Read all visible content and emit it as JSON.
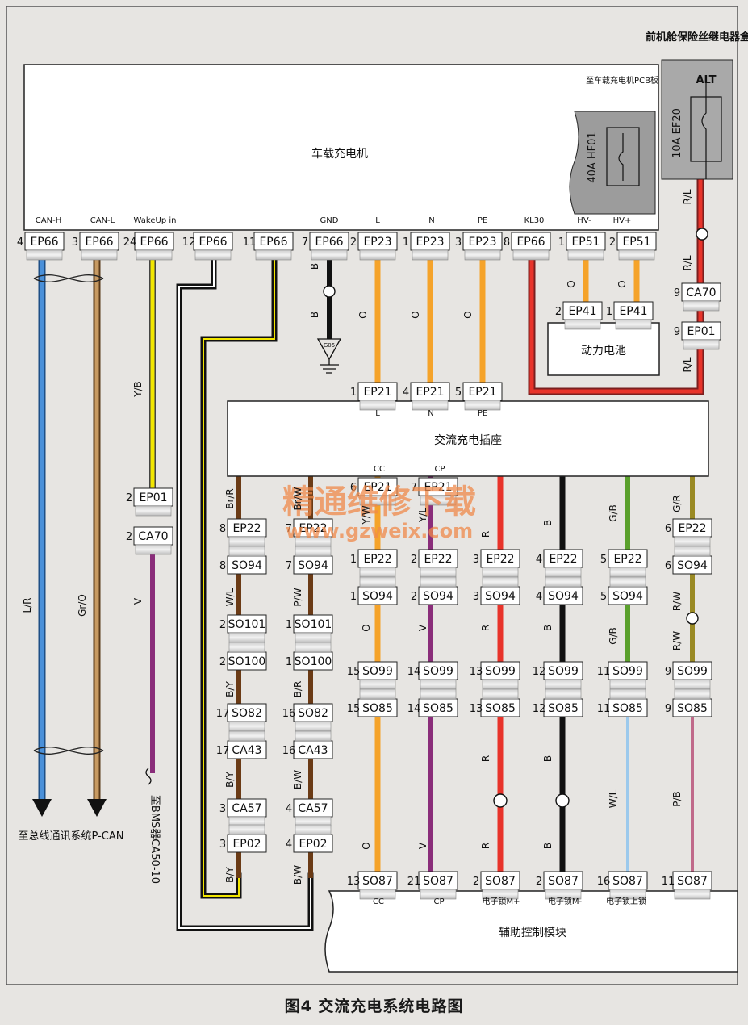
{
  "caption": "图4  交流充电系统电路图",
  "watermark": {
    "text": "精通维修下载",
    "url": "www.gzweix.com"
  },
  "modules": {
    "charger": "车载充电机",
    "pcb_note": "至车载充电机PCB板",
    "fuse_box": "前机舱保险丝继电器盒",
    "alt": "ALT",
    "fuse_ef20": "10A EF20",
    "fuse_hf01": "40A HF01",
    "battery": "动力电池",
    "ac_socket": "交流充电插座",
    "aux_module": "辅助控制模块",
    "to_bus": "至总线通讯系统P-CAN",
    "to_bms": "至BMS器CA50-10",
    "ground": "G05"
  },
  "pins": {
    "can_h": "CAN-H",
    "can_l": "CAN-L",
    "wakeup": "WakeUp in",
    "gnd": "GND",
    "l": "L",
    "n": "N",
    "pe": "PE",
    "kl30": "KL30",
    "hv_minus": "HV-",
    "hv_plus": "HV+",
    "cc": "CC",
    "cp": "CP",
    "lock_m_plus": "电子锁M+",
    "lock_m_minus": "电子锁M-",
    "lock_up": "电子锁上锁"
  },
  "connectors": {
    "c1": {
      "pin": "4",
      "label": "EP66"
    },
    "c2": {
      "pin": "3",
      "label": "EP66"
    },
    "c3": {
      "pin": "24",
      "label": "EP66"
    },
    "c4": {
      "pin": "12",
      "label": "EP66"
    },
    "c5": {
      "pin": "11",
      "label": "EP66"
    },
    "c6": {
      "pin": "7",
      "label": "EP66"
    },
    "c7": {
      "pin": "2",
      "label": "EP23"
    },
    "c8": {
      "pin": "1",
      "label": "EP23"
    },
    "c9": {
      "pin": "3",
      "label": "EP23"
    },
    "c10": {
      "pin": "8",
      "label": "EP66"
    },
    "c11": {
      "pin": "1",
      "label": "EP51"
    },
    "c12": {
      "pin": "2",
      "label": "EP51"
    },
    "c13": {
      "pin": "2",
      "label": "EP41"
    },
    "c14": {
      "pin": "1",
      "label": "EP41"
    },
    "c15": {
      "pin": "9",
      "label": "CA70"
    },
    "c16": {
      "pin": "9",
      "label": "EP01"
    },
    "c17": {
      "pin": "1",
      "label": "EP21"
    },
    "c18": {
      "pin": "4",
      "label": "EP21"
    },
    "c19": {
      "pin": "5",
      "label": "EP21"
    },
    "c20": {
      "pin": "6",
      "label": "EP21"
    },
    "c21": {
      "pin": "7",
      "label": "EP21"
    },
    "c22": {
      "pin": "2",
      "label": "EP01"
    },
    "c23": {
      "pin": "2",
      "label": "CA70"
    },
    "c24": {
      "pin": "8",
      "label": "EP22"
    },
    "c25": {
      "pin": "7",
      "label": "EP22"
    },
    "c26": {
      "pin": "1",
      "label": "EP22"
    },
    "c27": {
      "pin": "2",
      "label": "EP22"
    },
    "c28": {
      "pin": "3",
      "label": "EP22"
    },
    "c29": {
      "pin": "4",
      "label": "EP22"
    },
    "c30": {
      "pin": "5",
      "label": "EP22"
    },
    "c31": {
      "pin": "6",
      "label": "EP22"
    },
    "c32": {
      "pin": "8",
      "label": "SO94"
    },
    "c33": {
      "pin": "7",
      "label": "SO94"
    },
    "c34": {
      "pin": "1",
      "label": "SO94"
    },
    "c35": {
      "pin": "2",
      "label": "SO94"
    },
    "c36": {
      "pin": "3",
      "label": "SO94"
    },
    "c37": {
      "pin": "4",
      "label": "SO94"
    },
    "c38": {
      "pin": "5",
      "label": "SO94"
    },
    "c39": {
      "pin": "6",
      "label": "SO94"
    },
    "c40": {
      "pin": "2",
      "label": "SO101"
    },
    "c41": {
      "pin": "1",
      "label": "SO101"
    },
    "c42": {
      "pin": "2",
      "label": "SO100"
    },
    "c43": {
      "pin": "1",
      "label": "SO100"
    },
    "c44": {
      "pin": "15",
      "label": "SO99"
    },
    "c45": {
      "pin": "14",
      "label": "SO99"
    },
    "c46": {
      "pin": "13",
      "label": "SO99"
    },
    "c47": {
      "pin": "12",
      "label": "SO99"
    },
    "c48": {
      "pin": "11",
      "label": "SO99"
    },
    "c49": {
      "pin": "9",
      "label": "SO99"
    },
    "c50": {
      "pin": "17",
      "label": "SO82"
    },
    "c51": {
      "pin": "16",
      "label": "SO82"
    },
    "c52": {
      "pin": "15",
      "label": "SO85"
    },
    "c53": {
      "pin": "14",
      "label": "SO85"
    },
    "c54": {
      "pin": "13",
      "label": "SO85"
    },
    "c55": {
      "pin": "12",
      "label": "SO85"
    },
    "c56": {
      "pin": "11",
      "label": "SO85"
    },
    "c57": {
      "pin": "9",
      "label": "SO85"
    },
    "c58": {
      "pin": "17",
      "label": "CA43"
    },
    "c59": {
      "pin": "16",
      "label": "CA43"
    },
    "c60": {
      "pin": "3",
      "label": "CA57"
    },
    "c61": {
      "pin": "4",
      "label": "CA57"
    },
    "c62": {
      "pin": "3",
      "label": "EP02"
    },
    "c63": {
      "pin": "4",
      "label": "EP02"
    },
    "c64": {
      "pin": "13",
      "label": "SO87"
    },
    "c65": {
      "pin": "21",
      "label": "SO87"
    },
    "c66": {
      "pin": "2",
      "label": "SO87"
    },
    "c67": {
      "pin": "2",
      "label": "SO87"
    },
    "c68": {
      "pin": "16",
      "label": "SO87"
    },
    "c69": {
      "pin": "11",
      "label": "SO87"
    }
  },
  "wire_labels": {
    "w1": "L/R",
    "w2": "Gr/O",
    "w3": "Y/B",
    "w4": "V",
    "w5": "B",
    "w6": "B",
    "w7": "O",
    "w8": "O",
    "w9": "O",
    "w10": "O",
    "w11": "O",
    "w12": "R/L",
    "w13": "R/L",
    "w14": "R/L",
    "w15": "Br/R",
    "w16": "Br/W",
    "w17": "Y/W",
    "w18": "Y/L",
    "w19": "R",
    "w20": "B",
    "w21": "G/B",
    "w22": "G/R",
    "w23": "W/L",
    "w24": "P/W",
    "w25": "O",
    "w26": "V",
    "w27": "R",
    "w28": "B",
    "w29": "G/B",
    "w30": "R/W",
    "w31": "R/W",
    "w32": "B/Y",
    "w33": "B/R",
    "w34": "B/Y",
    "w35": "B/W",
    "w36": "B/Y",
    "w37": "B/W",
    "w38": "O",
    "w39": "V",
    "w40": "R",
    "w41": "B",
    "w42": "W/L",
    "w43": "P/B",
    "w44": "R",
    "w45": "B"
  },
  "colors": {
    "blue": "#4a90d9",
    "brown": "#9a6a3a",
    "yellow": "#f2e600",
    "violet": "#8a2d7a",
    "orange": "#f5a32a",
    "red": "#e8332a",
    "black": "#111111",
    "green": "#5aa02c",
    "pink": "#e887b0",
    "lightblue": "#9cc9ec",
    "darkred": "#7a1f1f",
    "olive": "#9a8a24",
    "gray": "#a3a3a3",
    "background": "#e7e5e2"
  }
}
